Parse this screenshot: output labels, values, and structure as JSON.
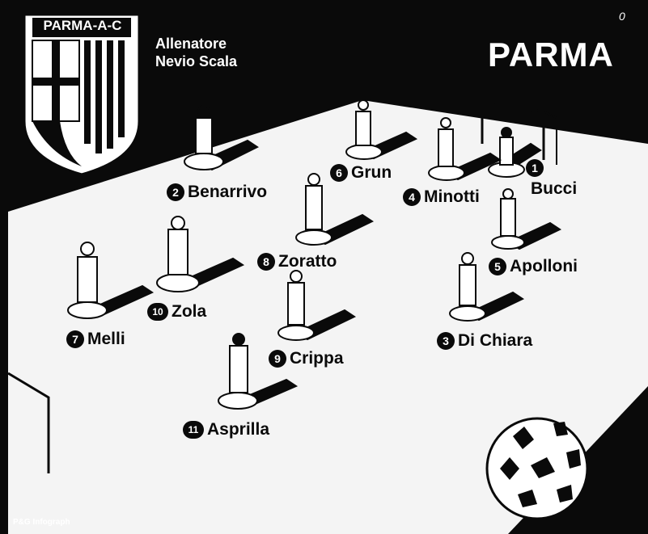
{
  "crest": {
    "text": "PARMA-A-C"
  },
  "coach": {
    "role": "Allenatore",
    "name": "Nevio Scala"
  },
  "team": {
    "name": "PARMA"
  },
  "corner_mark": "0",
  "credit": "P&G Infograph",
  "players": [
    {
      "number": "1",
      "name": "Bucci"
    },
    {
      "number": "2",
      "name": "Benarrivo"
    },
    {
      "number": "3",
      "name": "Di Chiara"
    },
    {
      "number": "4",
      "name": "Minotti"
    },
    {
      "number": "5",
      "name": "Apolloni"
    },
    {
      "number": "6",
      "name": "Grun"
    },
    {
      "number": "7",
      "name": "Melli"
    },
    {
      "number": "8",
      "name": "Zoratto"
    },
    {
      "number": "9",
      "name": "Crippa"
    },
    {
      "number": "10",
      "name": "Zola"
    },
    {
      "number": "11",
      "name": "Asprilla"
    }
  ],
  "colors": {
    "background": "#0a0a0a",
    "pitch": "#f4f4f4",
    "ink": "#0a0a0a"
  }
}
